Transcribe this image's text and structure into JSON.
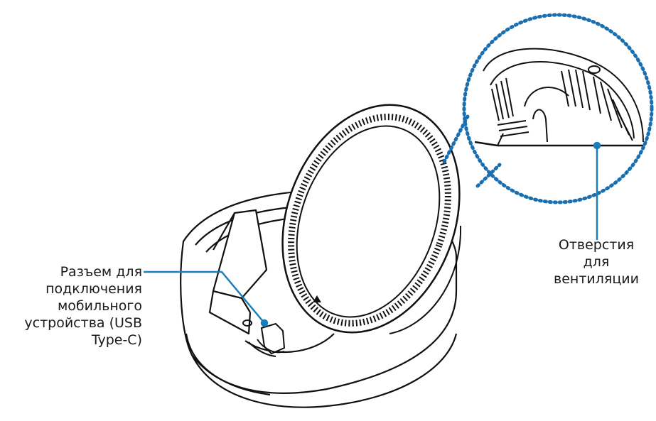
{
  "labels": {
    "connector": [
      "Разъем для",
      "подключения",
      "мобильного",
      "устройства (USB",
      "Type-C)"
    ],
    "vents": [
      "Отверстия",
      "для",
      "вентиляции"
    ]
  },
  "colors": {
    "outline": "#111111",
    "callout": "#1a7fb8",
    "zoom_dots": "#1a6fb0"
  }
}
